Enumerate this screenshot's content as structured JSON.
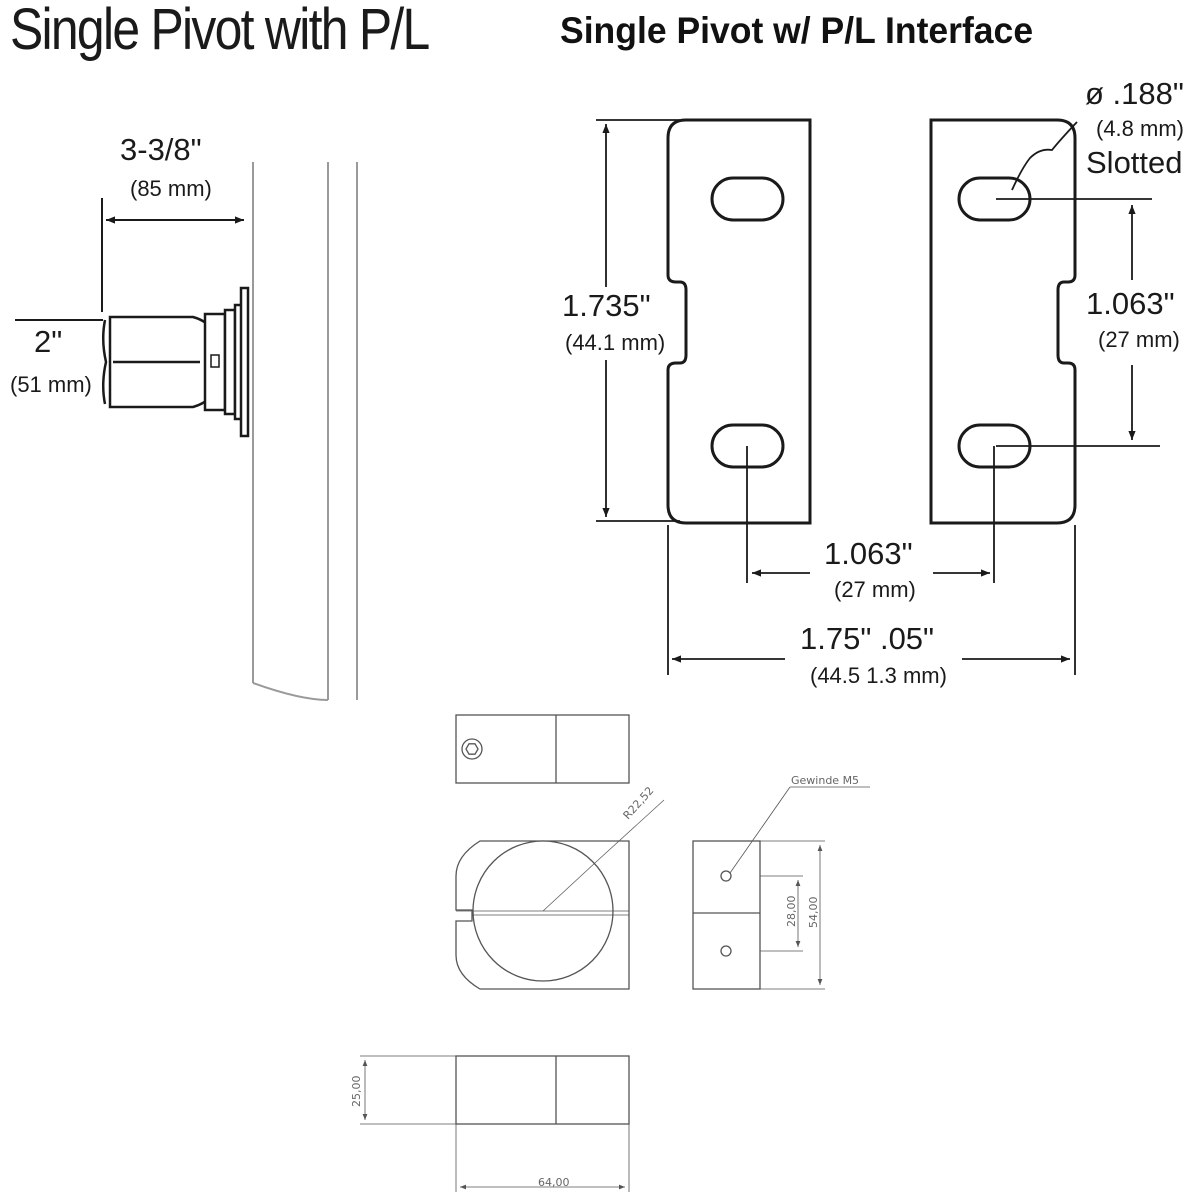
{
  "title_left": "Single Pivot with  P/L",
  "title_right": "Single Pivot w/  P/L  Interface",
  "side_view": {
    "width_main": "3-3/8\"",
    "width_mm": "(85 mm)",
    "height_main": "2\"",
    "height_mm": "(51 mm)"
  },
  "interface": {
    "hole_main": "ø .188\"",
    "hole_mm": "(4.8 mm)",
    "hole_type": "Slotted",
    "height_main": "1.735\"",
    "height_mm": "(44.1 mm)",
    "spacing_v_main": "1.063\"",
    "spacing_v_mm": "(27 mm)",
    "spacing_h_main": "1.063\"",
    "spacing_h_mm": "(27 mm)",
    "width_main": "1.75\"  .05\"",
    "width_mm": "(44.5 1.3 mm)"
  },
  "clamp_drawing": {
    "radius": "R22,52",
    "thread": "Gewinde M5",
    "dim_28": "28,00",
    "dim_54": "54,00",
    "dim_25": "25,00",
    "dim_64": "64,00"
  },
  "colors": {
    "line": "#1a1a1a",
    "cad_line": "#555555",
    "pole_line": "#9a9a9a"
  }
}
